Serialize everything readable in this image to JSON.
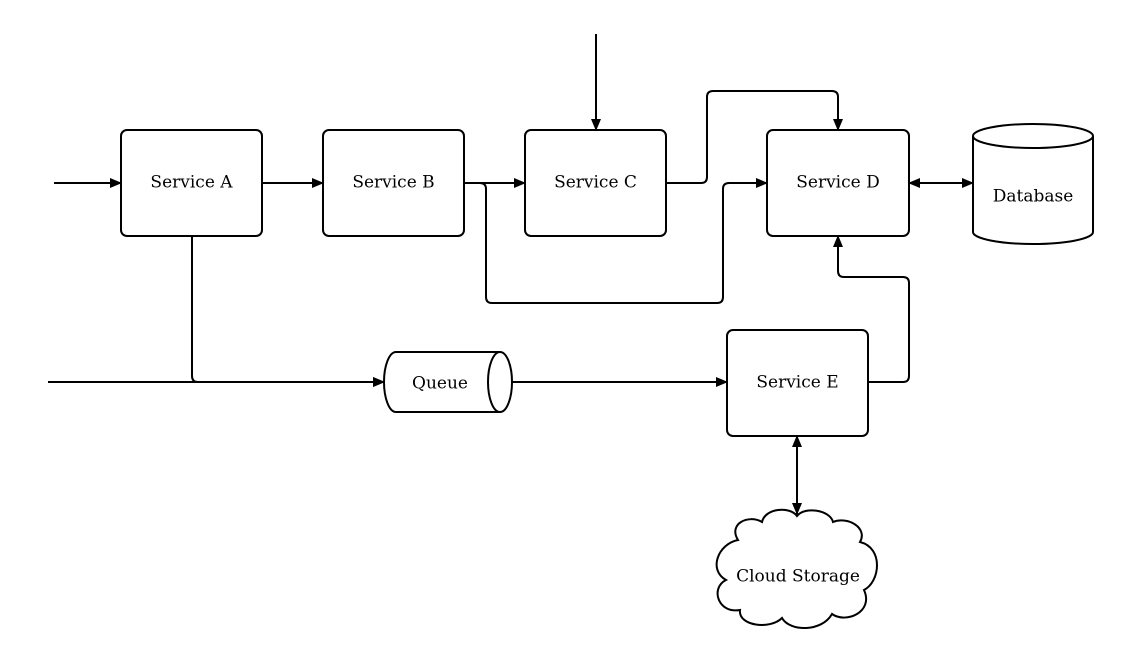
{
  "nodes": {
    "service_a": {
      "label": "Service A",
      "shape": "rounded-rectangle"
    },
    "service_b": {
      "label": "Service B",
      "shape": "rounded-rectangle"
    },
    "service_c": {
      "label": "Service C",
      "shape": "rounded-rectangle"
    },
    "service_d": {
      "label": "Service D",
      "shape": "rounded-rectangle"
    },
    "service_e": {
      "label": "Service E",
      "shape": "rounded-rectangle"
    },
    "database": {
      "label": "Database",
      "shape": "cylinder"
    },
    "queue": {
      "label": "Queue",
      "shape": "horizontal-cylinder"
    },
    "cloud_storage": {
      "label": "Cloud Storage",
      "shape": "cloud"
    }
  },
  "edges": [
    {
      "from": "external-input",
      "to": "service_a",
      "direction": "forward"
    },
    {
      "from": "service_a",
      "to": "service_b",
      "direction": "forward"
    },
    {
      "from": "service_b",
      "to": "service_c",
      "direction": "forward"
    },
    {
      "from": "service_b",
      "to": "service_d",
      "direction": "forward"
    },
    {
      "from": "external-input",
      "to": "service_c",
      "direction": "forward"
    },
    {
      "from": "service_c",
      "to": "service_d",
      "direction": "forward"
    },
    {
      "from": "service_d",
      "to": "database",
      "direction": "bidirectional"
    },
    {
      "from": "service_a",
      "to": "queue",
      "direction": "forward"
    },
    {
      "from": "external-input",
      "to": "queue",
      "direction": "forward"
    },
    {
      "from": "queue",
      "to": "service_e",
      "direction": "forward"
    },
    {
      "from": "service_e",
      "to": "service_d",
      "direction": "forward"
    },
    {
      "from": "service_e",
      "to": "cloud_storage",
      "direction": "bidirectional"
    }
  ],
  "colors": {
    "stroke": "#000000",
    "fill": "#ffffff",
    "background": "#ffffff"
  }
}
